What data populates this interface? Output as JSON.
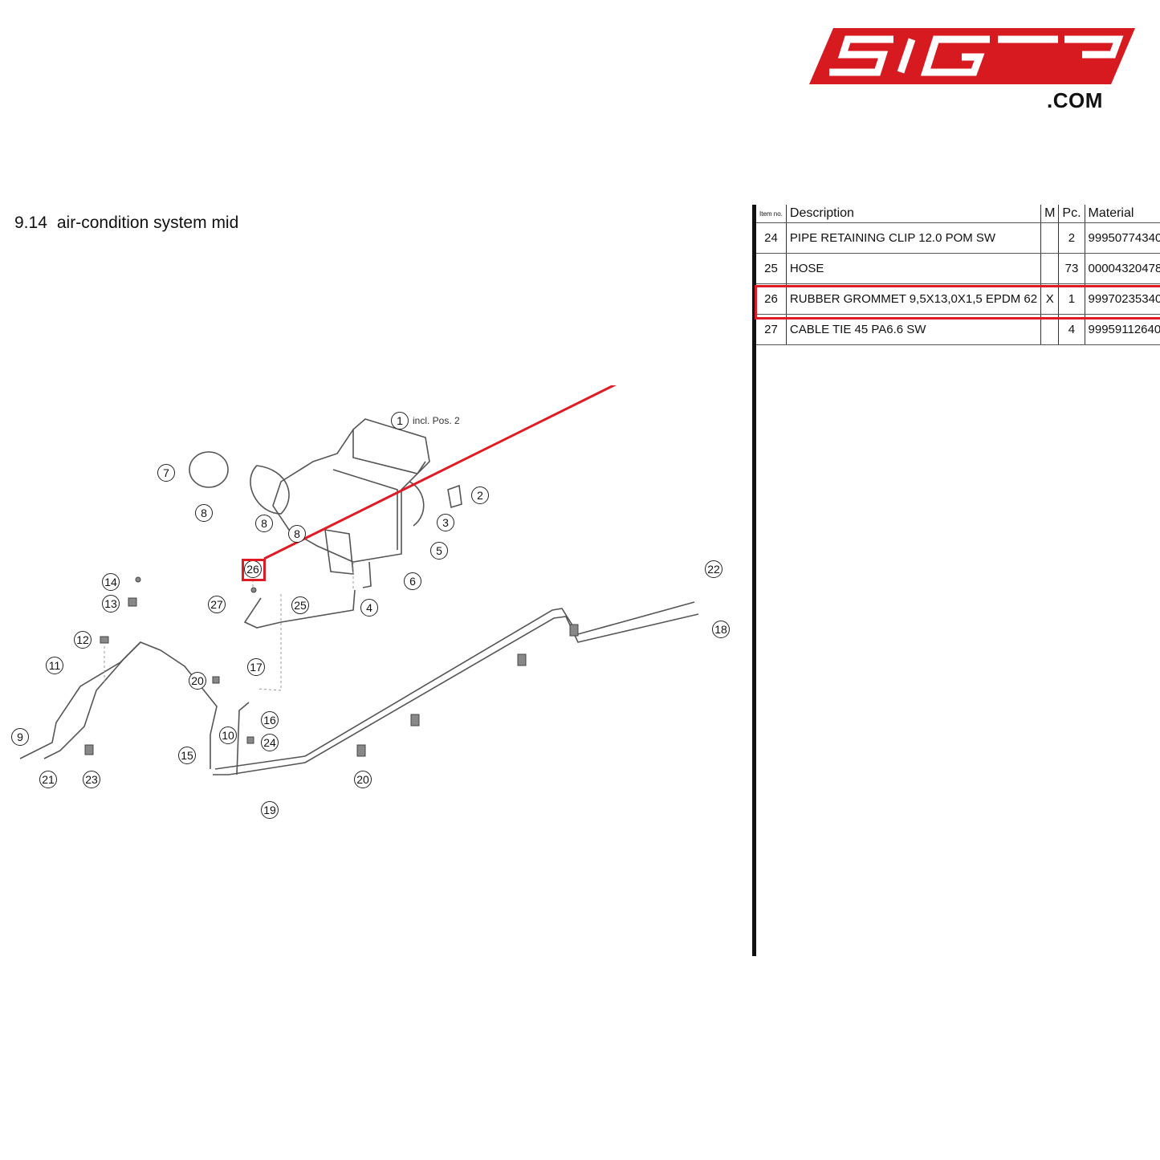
{
  "logo": {
    "text": "SIGT3",
    "suffix": ".COM",
    "color": "#d71920"
  },
  "header": {
    "section_number": "9.14",
    "section_title": "air-condition system mid"
  },
  "parts_table": {
    "columns": [
      "Item no.",
      "Description",
      "M",
      "Pc.",
      "Material"
    ],
    "rows": [
      {
        "item": "24",
        "description": "PIPE RETAINING CLIP 12.0 POM SW",
        "m": "",
        "pc": "2",
        "material": "99950774340"
      },
      {
        "item": "25",
        "description": "HOSE",
        "m": "",
        "pc": "73",
        "material": "00004320478"
      },
      {
        "item": "26",
        "description": "RUBBER GROMMET 9,5X13,0X1,5 EPDM 62",
        "m": "X",
        "pc": "1",
        "material": "99970235340"
      },
      {
        "item": "27",
        "description": "CABLE TIE 45 PA6.6 SW",
        "m": "",
        "pc": "4",
        "material": "99959112640"
      }
    ],
    "highlighted_item": "26",
    "highlight_color": "#e01b24"
  },
  "diagram": {
    "note": "incl. Pos. 2",
    "callouts": [
      "1",
      "7",
      "8",
      "8",
      "8",
      "2",
      "3",
      "5",
      "6",
      "4",
      "26",
      "25",
      "27",
      "14",
      "13",
      "12",
      "11",
      "9",
      "21",
      "23",
      "20",
      "15",
      "17",
      "16",
      "10",
      "24",
      "19",
      "20",
      "22",
      "18"
    ]
  }
}
